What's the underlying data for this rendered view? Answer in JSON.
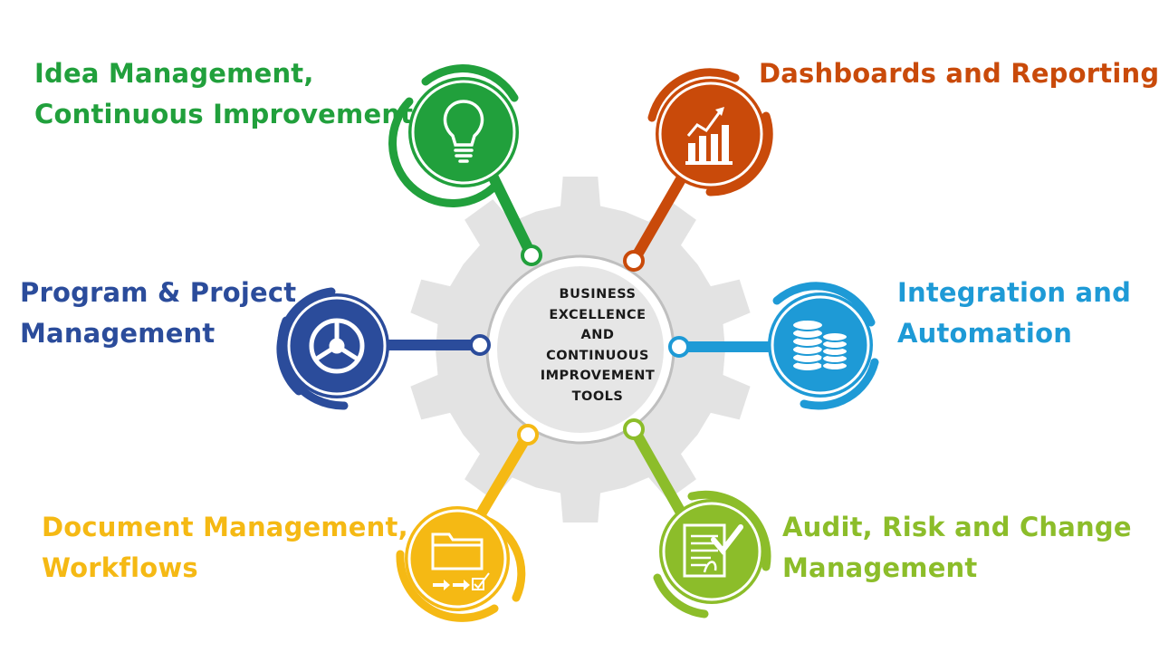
{
  "center": {
    "lines": [
      "BUSINESS",
      "EXCELLENCE",
      "AND",
      "CONTINUOUS",
      "IMPROVEMENT",
      "TOOLS"
    ]
  },
  "nodes": [
    {
      "id": "idea",
      "lines": [
        "Idea Management,",
        "Continuous Improvement"
      ],
      "color": "#21A03C",
      "icon": "lightbulb-icon"
    },
    {
      "id": "dashboards",
      "lines": [
        "Dashboards and Reporting"
      ],
      "color": "#C94A0A",
      "icon": "bar-chart-icon"
    },
    {
      "id": "program",
      "lines": [
        "Program & Project",
        "Management"
      ],
      "color": "#2B4C9B",
      "icon": "steering-wheel-icon"
    },
    {
      "id": "integration",
      "lines": [
        "Integration and",
        "Automation"
      ],
      "color": "#1E9AD6",
      "icon": "database-icon"
    },
    {
      "id": "document",
      "lines": [
        "Document Management,",
        "Workflows"
      ],
      "color": "#F5B914",
      "icon": "folder-workflow-icon"
    },
    {
      "id": "audit",
      "lines": [
        "Audit, Risk and Change",
        "Management"
      ],
      "color": "#8CBD2A",
      "icon": "checklist-icon"
    }
  ],
  "colors": {
    "gear": "#E3E3E3",
    "center_ring": "#BFBFBF",
    "center_fill": "#E6E6E6"
  }
}
